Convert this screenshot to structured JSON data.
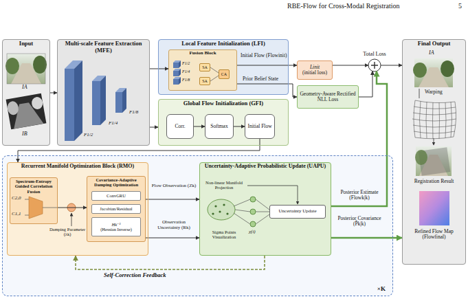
{
  "diagram": {
    "nodes": [
      {
        "text": [
          "Input"
        ]
      },
      {
        "text": [
          "Multi-scale Feature Extraction (MFE)"
        ]
      },
      {
        "text": [
          "Local Feature Initialization (LFI)"
        ]
      },
      {
        "text": [
          "Fusion Block"
        ],
        "in": 2
      },
      {
        "text": [
          "SA"
        ],
        "in": 3
      },
      {
        "text": [
          "SA"
        ],
        "in": 3
      },
      {
        "text": [
          "CA"
        ],
        "in": 3
      },
      {
        "text": [
          "Linit",
          "(initial loss)"
        ]
      },
      {
        "text": [
          "Geometry-Aware Rectified NLL Loss"
        ]
      },
      {
        "text": [
          "Total Loss"
        ]
      },
      {
        "text": [
          "Global Flow Initialization (GFI)"
        ]
      },
      {
        "text": [
          "Corr."
        ],
        "in": 10
      },
      {
        "text": [
          "Softmax"
        ],
        "in": 10
      },
      {
        "text": [
          "Initial Flow"
        ],
        "in": 10
      },
      {
        "text": [
          "Final Output"
        ]
      },
      {
        "text": [
          "×K"
        ]
      },
      {
        "text": [
          "Recurrent Manifold Optimization Block (RMO)"
        ],
        "in": 15
      },
      {
        "text": [
          "Spectrum-Entropy Guided Correlation Fusion"
        ],
        "in": 16
      },
      {
        "text": [
          "Covariance-Adaptive Damping Optimization"
        ],
        "in": 16
      },
      {
        "text": [
          "ConvGRU"
        ],
        "in": 18
      },
      {
        "text": [
          "Jacobian/Residual"
        ],
        "in": 18
      },
      {
        "text": [
          "Hk⁻¹",
          "(Hessian Inverse)"
        ],
        "in": 18
      },
      {
        "text": [
          "Uncertainty-Adaptive Probabilistic Update (UAPU)"
        ],
        "in": 15
      },
      {
        "text": [
          "Uncertainty Update"
        ],
        "in": 22
      }
    ],
    "edges": [
      {
        "from": 0,
        "to": 1,
        "arrow": "to"
      },
      {
        "from": 1,
        "to": 3,
        "arrow": "to"
      },
      {
        "from": 1,
        "to": 10,
        "arrow": "to"
      },
      {
        "from": 3,
        "to": 7,
        "label": "Initial Flow (Flowinit)",
        "arrow": "to"
      },
      {
        "from": 3,
        "to": 8,
        "label": "Prior Belief State",
        "arrow": "to"
      },
      {
        "from": 7,
        "to": 9,
        "arrow": "to"
      },
      {
        "from": 8,
        "to": 9,
        "arrow": "to"
      },
      {
        "from": 9,
        "to": 14,
        "arrow": "to"
      },
      {
        "from": 11,
        "to": 12,
        "arrow": "to"
      },
      {
        "from": 12,
        "to": 13,
        "arrow": "to"
      },
      {
        "from": 13,
        "to": 16,
        "arrow": "to"
      },
      {
        "from": 17,
        "to": 18,
        "arrow": "to"
      },
      {
        "from": 18,
        "to": 22,
        "label": "Flow Observation (Zk)",
        "arrow": "to"
      },
      {
        "from": 18,
        "to": 22,
        "label": "Observation Uncertainty (Rk)",
        "arrow": "to"
      },
      {
        "from": 22,
        "to": 9,
        "label": "Posterior Estimate (Flowk|k)",
        "arrow": "to"
      },
      {
        "from": 22,
        "to": 14,
        "label": "Posterior Covariance (P̂k|k)",
        "arrow": "to"
      },
      {
        "from": 22,
        "to": 16,
        "label": "Self-Correction Feedback",
        "arrow": "to"
      }
    ],
    "labels": [
      "RBE-Flow for Cross-Modal Registration",
      "5",
      "IA",
      "IB",
      "F1/2",
      "F1/4",
      "F1/8",
      "F1/2",
      "F1/4",
      "F1/8",
      "C2,0",
      "C1,1",
      "Damping Parameter (λk)",
      "Non-linear Manifold Projection",
      "Sigma Points Visualization",
      "χ(i)",
      "IA",
      "Warping",
      "Registration Result",
      "Refined Flow Map (Flowfinal)"
    ]
  }
}
